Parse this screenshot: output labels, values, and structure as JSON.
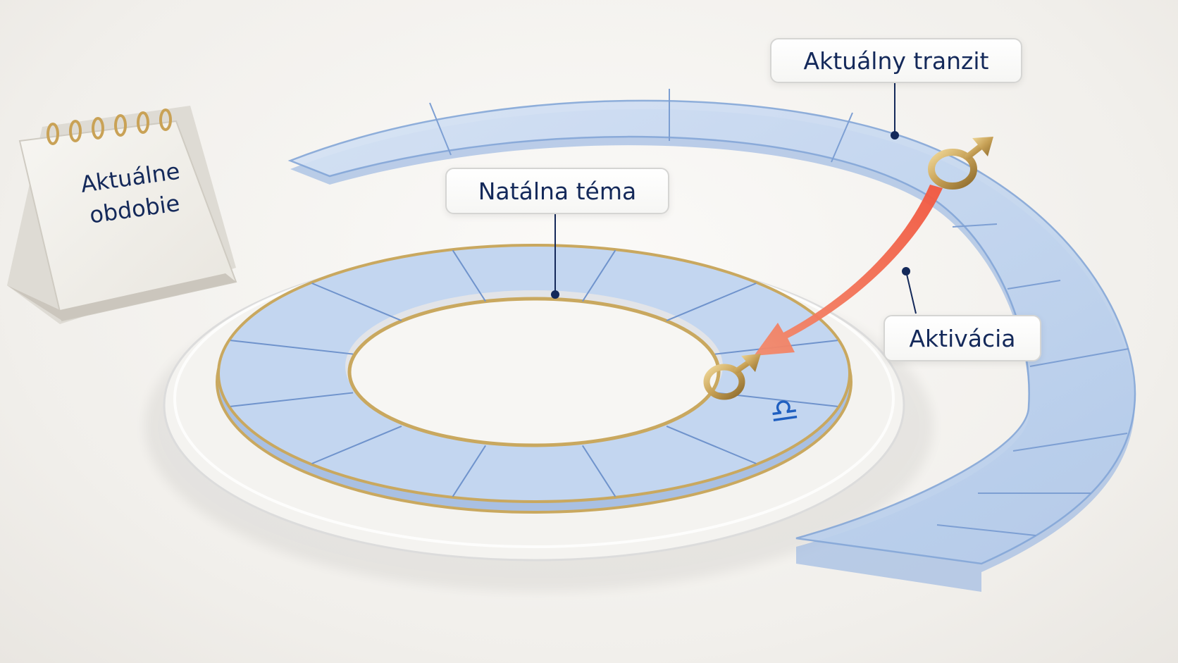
{
  "labels": {
    "transit": "Aktuálny tranzit",
    "natal": "Natálna téma",
    "activation": "Aktivácia"
  },
  "calendar": {
    "line1": "Aktuálne",
    "line2": "obdobie"
  },
  "symbols": {
    "sign": "♎",
    "planet": "mars-symbol"
  },
  "colors": {
    "navy": "#14295a",
    "ring_blue": "#bfd3ef",
    "ring_line": "#6f93cc",
    "gold": "#c9a85f",
    "arrow": "#ef6a4f"
  }
}
